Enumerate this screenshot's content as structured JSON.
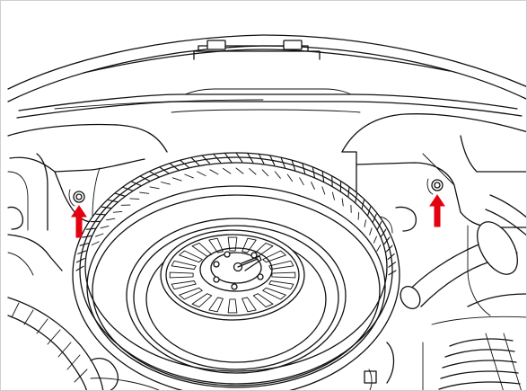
{
  "figure": {
    "arrow_color": "#e3000f",
    "line_color": "#111111",
    "background": "#ffffff",
    "components": {
      "rear_bumper": "rear-bumper",
      "spare_wheel": "spare-wheel",
      "wheel_hub": "wheel-hub",
      "fastening_nut_left": "fastening-nut-left",
      "fastening_nut_right": "fastening-nut-right",
      "arrows": [
        "arrow-up-left",
        "arrow-up-right"
      ]
    }
  }
}
